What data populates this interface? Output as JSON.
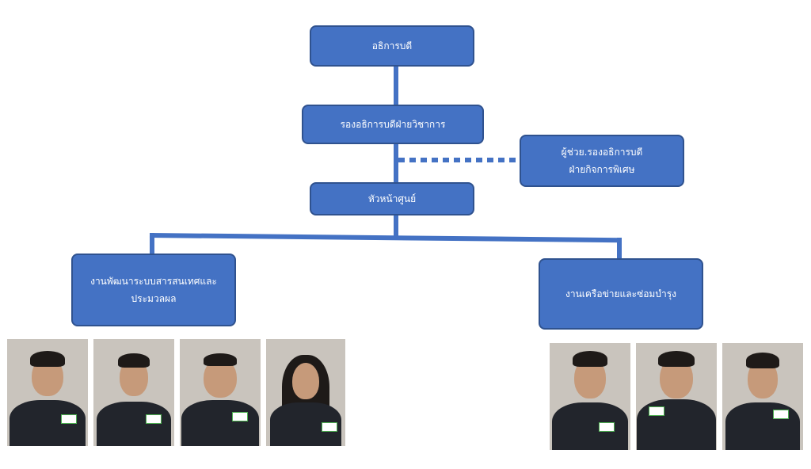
{
  "chart": {
    "president": "อธิการบดี",
    "vp_academic": "รองอธิการบดีฝ่ายวิชาการ",
    "assistant_vp_line1": "ผู้ช่วย.รองอธิการบดี",
    "assistant_vp_line2": "ฝ่ายกิจการพิเศษ",
    "center_head": "หัวหน้าศูนย์",
    "dept_left_line1": "งานพัฒนาระบบสารสนเทศและ",
    "dept_left_line2": "ประมวลผล",
    "dept_right": "งานเครือข่ายและซ่อมบำรุง"
  },
  "staff_left": [
    "staff-photo-1",
    "staff-photo-2",
    "staff-photo-3",
    "staff-photo-4"
  ],
  "staff_right": [
    "staff-photo-5",
    "staff-photo-6",
    "staff-photo-7"
  ],
  "colors": {
    "box_fill": "#4472c4",
    "box_border": "#2f528f",
    "text": "#ffffff"
  }
}
